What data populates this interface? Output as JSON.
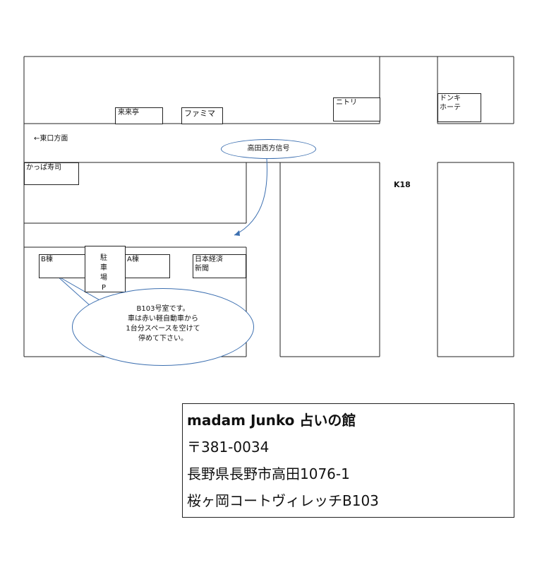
{
  "map": {
    "shops": {
      "rairaitei": "来来亭",
      "familymart": "ファミマ",
      "nitori": "ニトリ",
      "donki_line1": "ドンキ",
      "donki_line2": "ホーテ",
      "kappa_sushi": "かっぱ寿司"
    },
    "direction_east_exit": "←東口方面",
    "signal": "高田西方信号",
    "road_label": "K18",
    "buildings": {
      "b_wing": "B棟",
      "a_wing": "A棟",
      "nikkei_line1": "日本経済",
      "nikkei_line2": "新聞",
      "parking_1": "駐",
      "parking_2": "車",
      "parking_3": "場",
      "parking_4": "P"
    },
    "bubble": {
      "line1": "B103号室です。",
      "line2": "車は赤い軽自動車から",
      "line3": "1台分スペースを空けて",
      "line4": "停めて下さい。"
    },
    "colors": {
      "callout_stroke": "#3c6fb0",
      "line": "#222222"
    }
  },
  "address": {
    "name": "madam Junko 占いの館",
    "postal": "〒381-0034",
    "street": "長野県長野市高田1076-1",
    "building": "桜ヶ岡コートヴィレッチB103"
  }
}
